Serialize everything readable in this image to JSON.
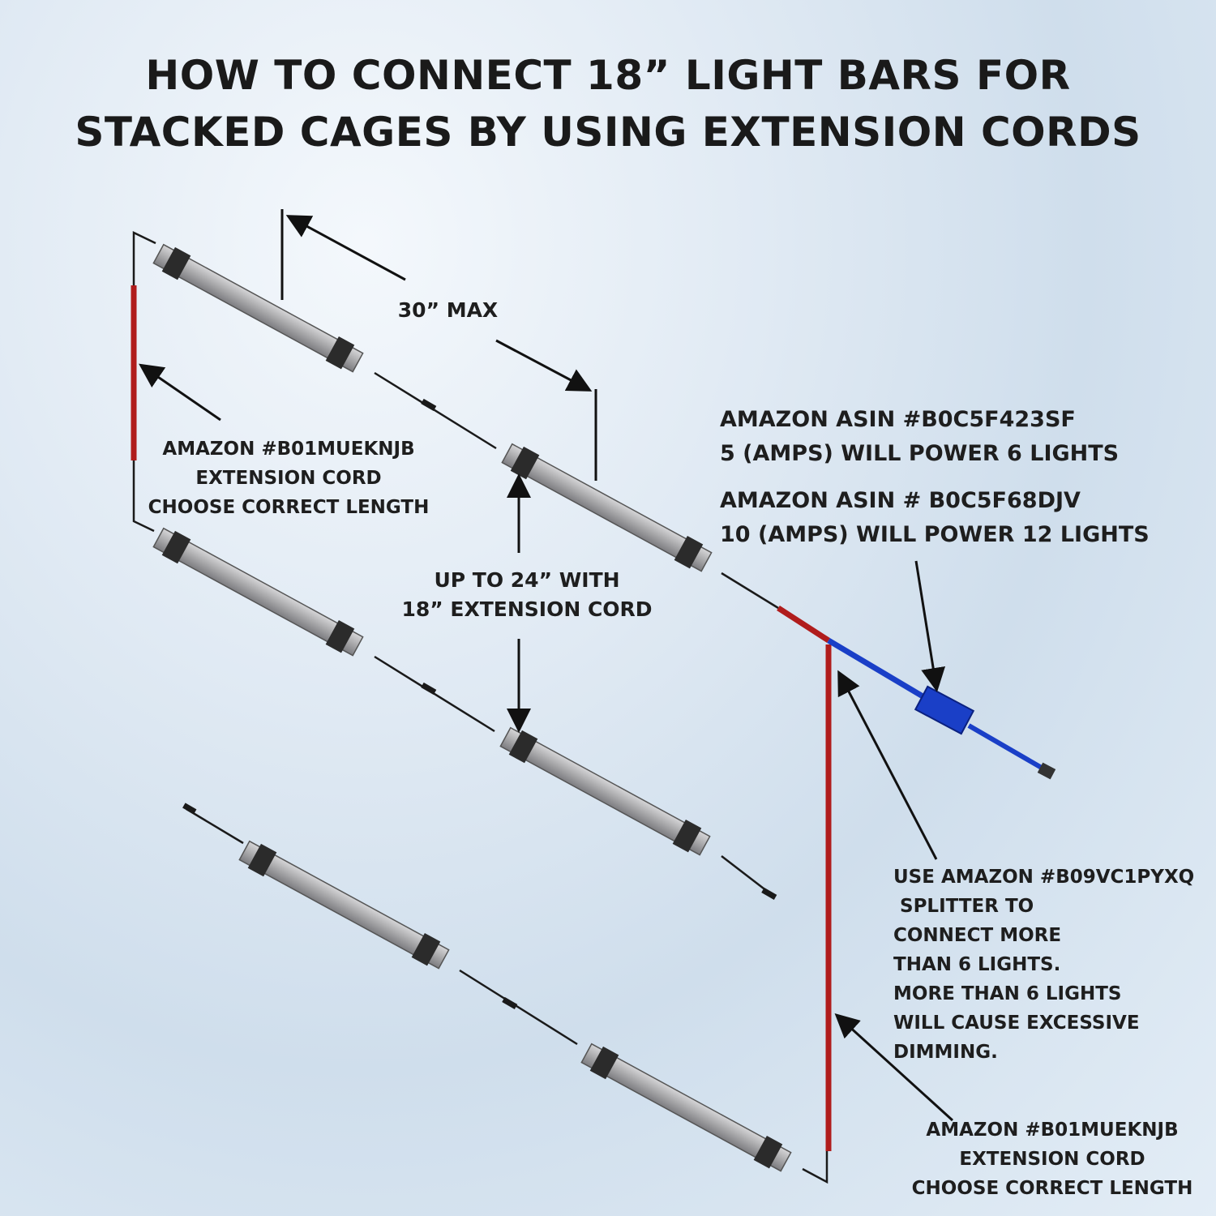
{
  "title": {
    "line1": "HOW TO CONNECT 18” LIGHT BARS FOR",
    "line2": "STACKED CAGES BY USING EXTENSION CORDS"
  },
  "labels": {
    "max_spacing": "30” MAX",
    "ext_cord_left": {
      "line1": "AMAZON #B01MUEKNJB",
      "line2": "EXTENSION CORD",
      "line3": "CHOOSE CORRECT LENGTH"
    },
    "vertical_spacing": {
      "line1": "UP TO 24” WITH",
      "line2": "18” EXTENSION CORD"
    },
    "power_5a": {
      "line1": "AMAZON ASIN #B0C5F423SF",
      "line2": "5 (AMPS) WILL POWER 6 LIGHTS"
    },
    "power_10a": {
      "line1": "AMAZON ASIN # B0C5F68DJV",
      "line2": "10 (AMPS) WILL POWER 12 LIGHTS"
    },
    "splitter": {
      "line1": "USE AMAZON #B09VC1PYXQ",
      "line2": " SPLITTER TO",
      "line3": "CONNECT MORE",
      "line4": "THAN 6 LIGHTS.",
      "line5": "MORE THAN 6 LIGHTS",
      "line6": "WILL CAUSE EXCESSIVE",
      "line7": "DIMMING."
    },
    "ext_cord_right": {
      "line1": "AMAZON #B01MUEKNJB",
      "line2": "EXTENSION CORD",
      "line3": "CHOOSE CORRECT LENGTH"
    }
  },
  "colors": {
    "light_bar": "#a9a9ab",
    "bracket": "#2b2b2b",
    "extension_cord": "#b01c1c",
    "power_adapter": "#1a3fc7",
    "wire": "#1a1a1a"
  }
}
